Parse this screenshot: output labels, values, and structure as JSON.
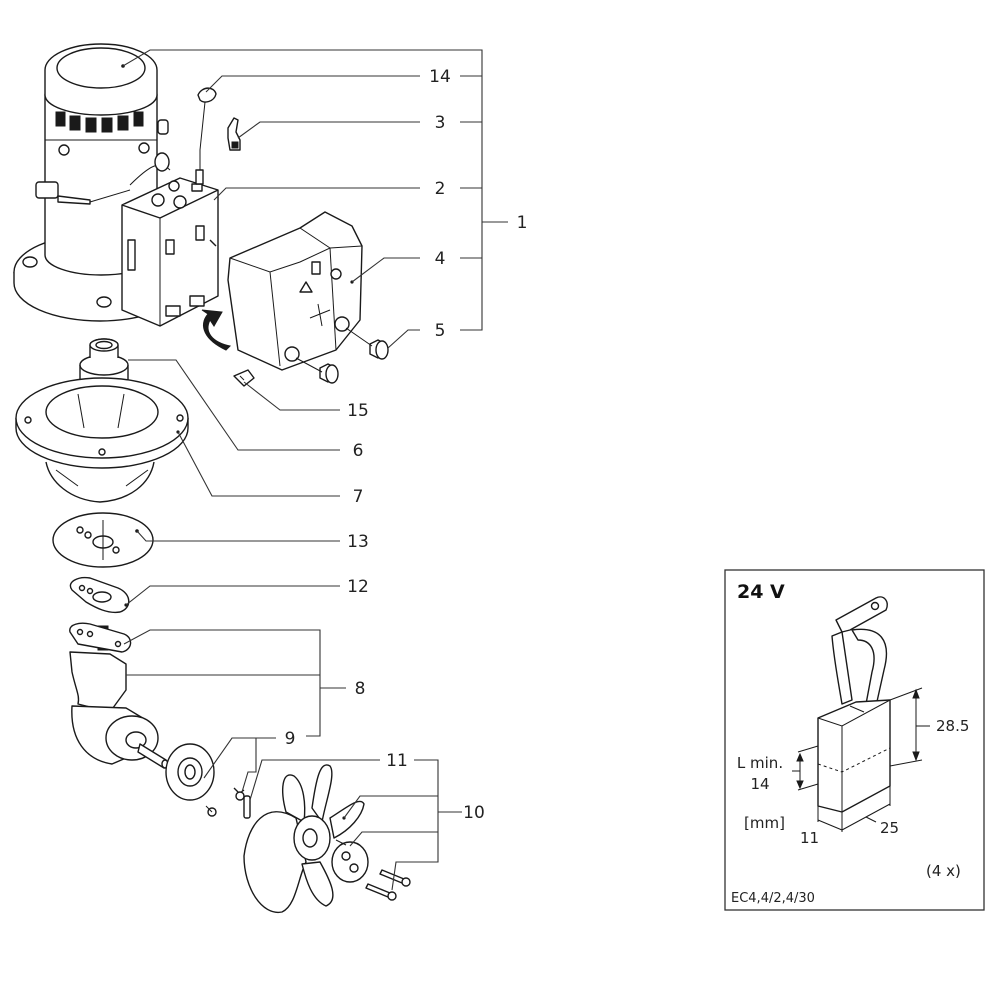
{
  "diagram": {
    "type": "exploded-parts-diagram",
    "callouts": [
      {
        "id": "1",
        "label": "1"
      },
      {
        "id": "2",
        "label": "2"
      },
      {
        "id": "3",
        "label": "3"
      },
      {
        "id": "4",
        "label": "4"
      },
      {
        "id": "5",
        "label": "5"
      },
      {
        "id": "6",
        "label": "6"
      },
      {
        "id": "7",
        "label": "7"
      },
      {
        "id": "8",
        "label": "8"
      },
      {
        "id": "9",
        "label": "9"
      },
      {
        "id": "10",
        "label": "10"
      },
      {
        "id": "11",
        "label": "11"
      },
      {
        "id": "12",
        "label": "12"
      },
      {
        "id": "13",
        "label": "13"
      },
      {
        "id": "14",
        "label": "14"
      },
      {
        "id": "15",
        "label": "15"
      }
    ]
  },
  "brush_detail": {
    "voltage": "24 V",
    "dimension_height": "28.5",
    "min_length_label": "L min.",
    "min_length_value": "14",
    "unit": "[mm]",
    "dimension_depth": "11",
    "dimension_width": "25",
    "quantity": "(4 x)",
    "part_code": "EC4,4/2,4/30"
  }
}
